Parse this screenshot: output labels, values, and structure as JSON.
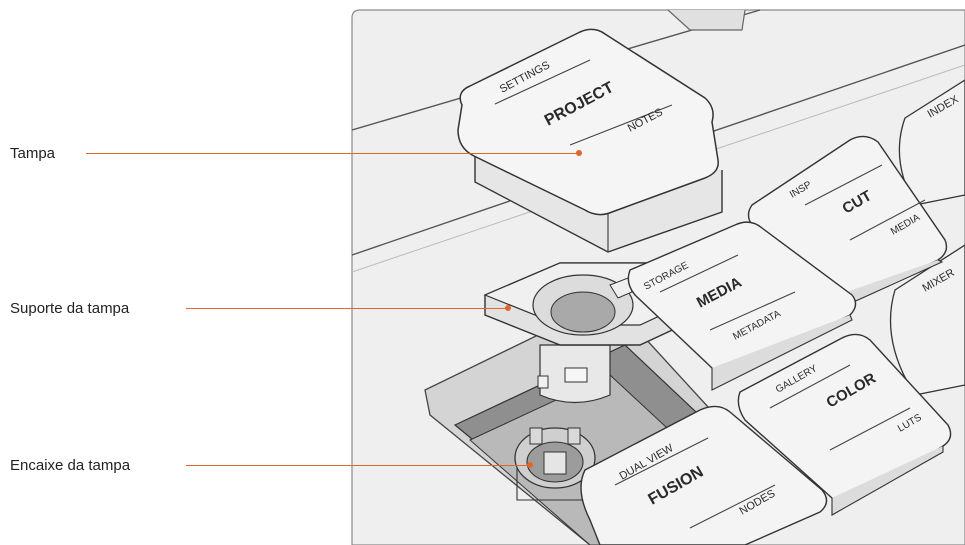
{
  "callouts": {
    "cap": "Tampa",
    "cap_holder": "Suporte da tampa",
    "cap_socket": "Encaixe da tampa"
  },
  "keys": {
    "project": {
      "top": "SETTINGS",
      "main": "PROJECT",
      "bottom": "NOTES"
    },
    "cut": {
      "top": "INSP",
      "main": "CUT",
      "bottom": "MEDIA"
    },
    "media": {
      "top": "STORAGE",
      "main": "MEDIA",
      "bottom": "METADATA"
    },
    "color": {
      "top": "GALLERY",
      "main": "COLOR",
      "bottom": "LUTS"
    },
    "fusion": {
      "top": "DUAL VIEW",
      "main": "FUSION",
      "bottom": "NODES"
    },
    "index": {
      "top": "INDEX"
    },
    "mixer": {
      "top": "MIXER"
    }
  },
  "colors": {
    "leader": "#e1662a",
    "key_face": "#f3f3f3",
    "outline": "#3a3a3a",
    "panel": "#ececec"
  }
}
